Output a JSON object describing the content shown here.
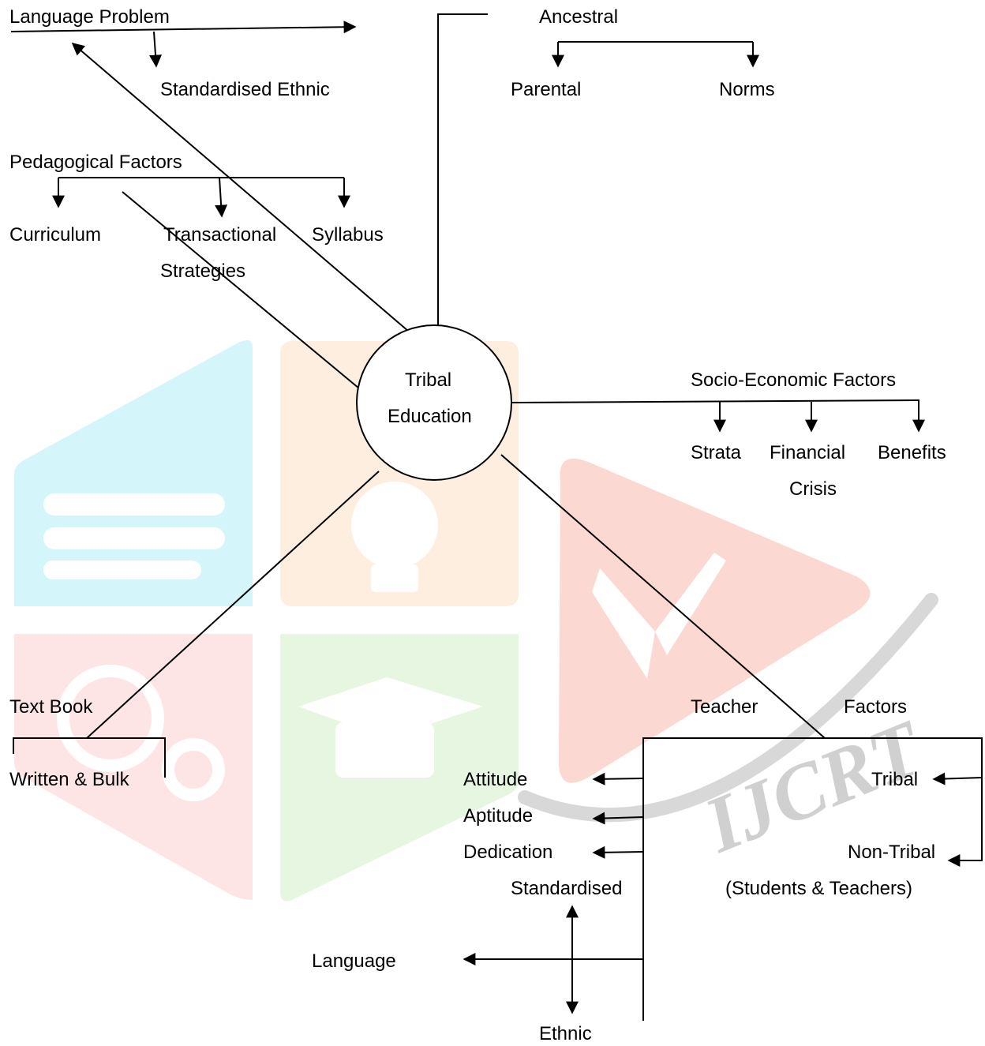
{
  "center": {
    "line1": "Tribal",
    "line2": "Education"
  },
  "language_problem": {
    "title": "Language Problem",
    "child": "Standardised Ethnic"
  },
  "pedagogical": {
    "title": "Pedagogical Factors",
    "children": [
      "Curriculum",
      "Transactional",
      "Strategies",
      "Syllabus"
    ]
  },
  "ancestral": {
    "title": "Ancestral",
    "children": [
      "Parental",
      "Norms"
    ]
  },
  "socio_economic": {
    "title": "Socio-Economic Factors",
    "children": [
      "Strata",
      "Financial",
      "Crisis",
      "Benefits"
    ]
  },
  "text_book": {
    "title": "Text Book",
    "child": "Written & Bulk"
  },
  "teacher": {
    "title_left": "Teacher",
    "title_right": "Factors",
    "left_items": [
      "Attitude",
      "Aptitude",
      "Dedication"
    ],
    "right_items": [
      "Tribal",
      "Non-Tribal"
    ],
    "note": "(Students & Teachers)",
    "language": {
      "top": "Standardised",
      "left": "Language",
      "bottom": "Ethnic"
    }
  },
  "watermark": {
    "text": "IJCRT",
    "colors": {
      "cyan": "#d4f6fb",
      "orange": "#fdeee0",
      "pink": "#fde5e5",
      "green": "#e6f6e0",
      "red": "#fbd8d2",
      "gray": "#d8d8d8"
    }
  }
}
